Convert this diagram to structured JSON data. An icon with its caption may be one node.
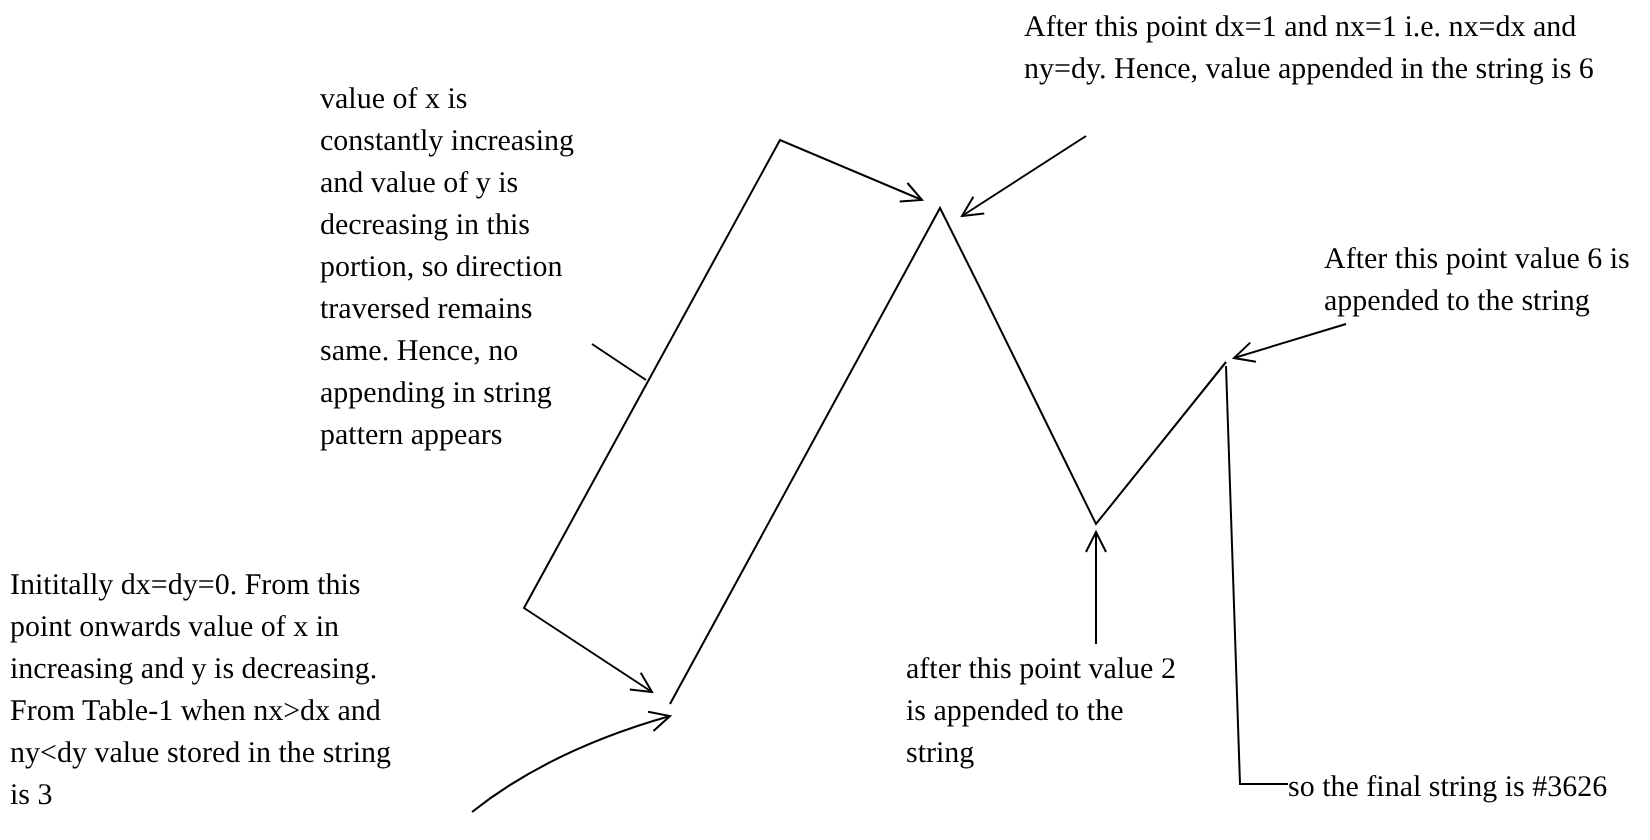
{
  "diagram": {
    "nodes": [
      {
        "text": [
          "value of x is constantly increasing and value of y is decreasing in this portion, so direction traversed remains same. Hence, no appending in string pattern appears"
        ]
      },
      {
        "text": [],
        "shape": "bracket"
      },
      {
        "text": [
          "After this point dx=1 and nx=1 i.e. nx=dx and ny=dy. Hence, value appended in the string is 6"
        ]
      },
      {
        "text": [
          "After this point value 6 is appended to the string"
        ]
      },
      {
        "text": [
          "Inititally dx=dy=0. From this point onwards value of x in increasing and y is decreasing. From Table-1 when nx>dx and ny<dy value stored in the string is 3"
        ]
      },
      {
        "text": [
          "after this point value 2 is appended to the string"
        ]
      },
      {
        "text": [
          "so the final string is #3626"
        ]
      },
      {
        "text": [],
        "shape": "line"
      }
    ],
    "edges": [
      {
        "from": 0,
        "to": 1,
        "arrow": "none"
      },
      {
        "from": 2,
        "to": 7,
        "arrow": "to"
      },
      {
        "from": 3,
        "to": 7,
        "arrow": "to"
      },
      {
        "from": 4,
        "to": 7,
        "arrow": "to"
      },
      {
        "from": 5,
        "to": 7,
        "arrow": "to"
      },
      {
        "from": 6,
        "to": 7,
        "arrow": "none"
      }
    ]
  }
}
